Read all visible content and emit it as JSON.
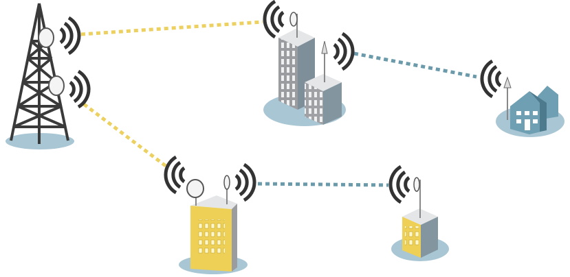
{
  "colors": {
    "link_yellow": "#ecd060",
    "link_teal": "#6b9bab",
    "ground": "#a9c6d4",
    "tower": "#3a3a3a",
    "signal": "#333333",
    "building_gray": "#a8a8ab",
    "building_yellow": "#edd055",
    "house_blue": "#6f9fb3"
  },
  "nodes": [
    {
      "kind": "transmission-tower"
    },
    {
      "kind": "office-buildings"
    },
    {
      "kind": "houses"
    },
    {
      "kind": "yellow-building"
    },
    {
      "kind": "small-yellow-building"
    }
  ],
  "links": [
    {
      "from": "transmission-tower",
      "to": "office-buildings",
      "color": "yellow"
    },
    {
      "from": "transmission-tower",
      "to": "yellow-building",
      "color": "yellow"
    },
    {
      "from": "office-buildings",
      "to": "houses",
      "color": "teal"
    },
    {
      "from": "yellow-building",
      "to": "small-yellow-building",
      "color": "teal"
    }
  ]
}
